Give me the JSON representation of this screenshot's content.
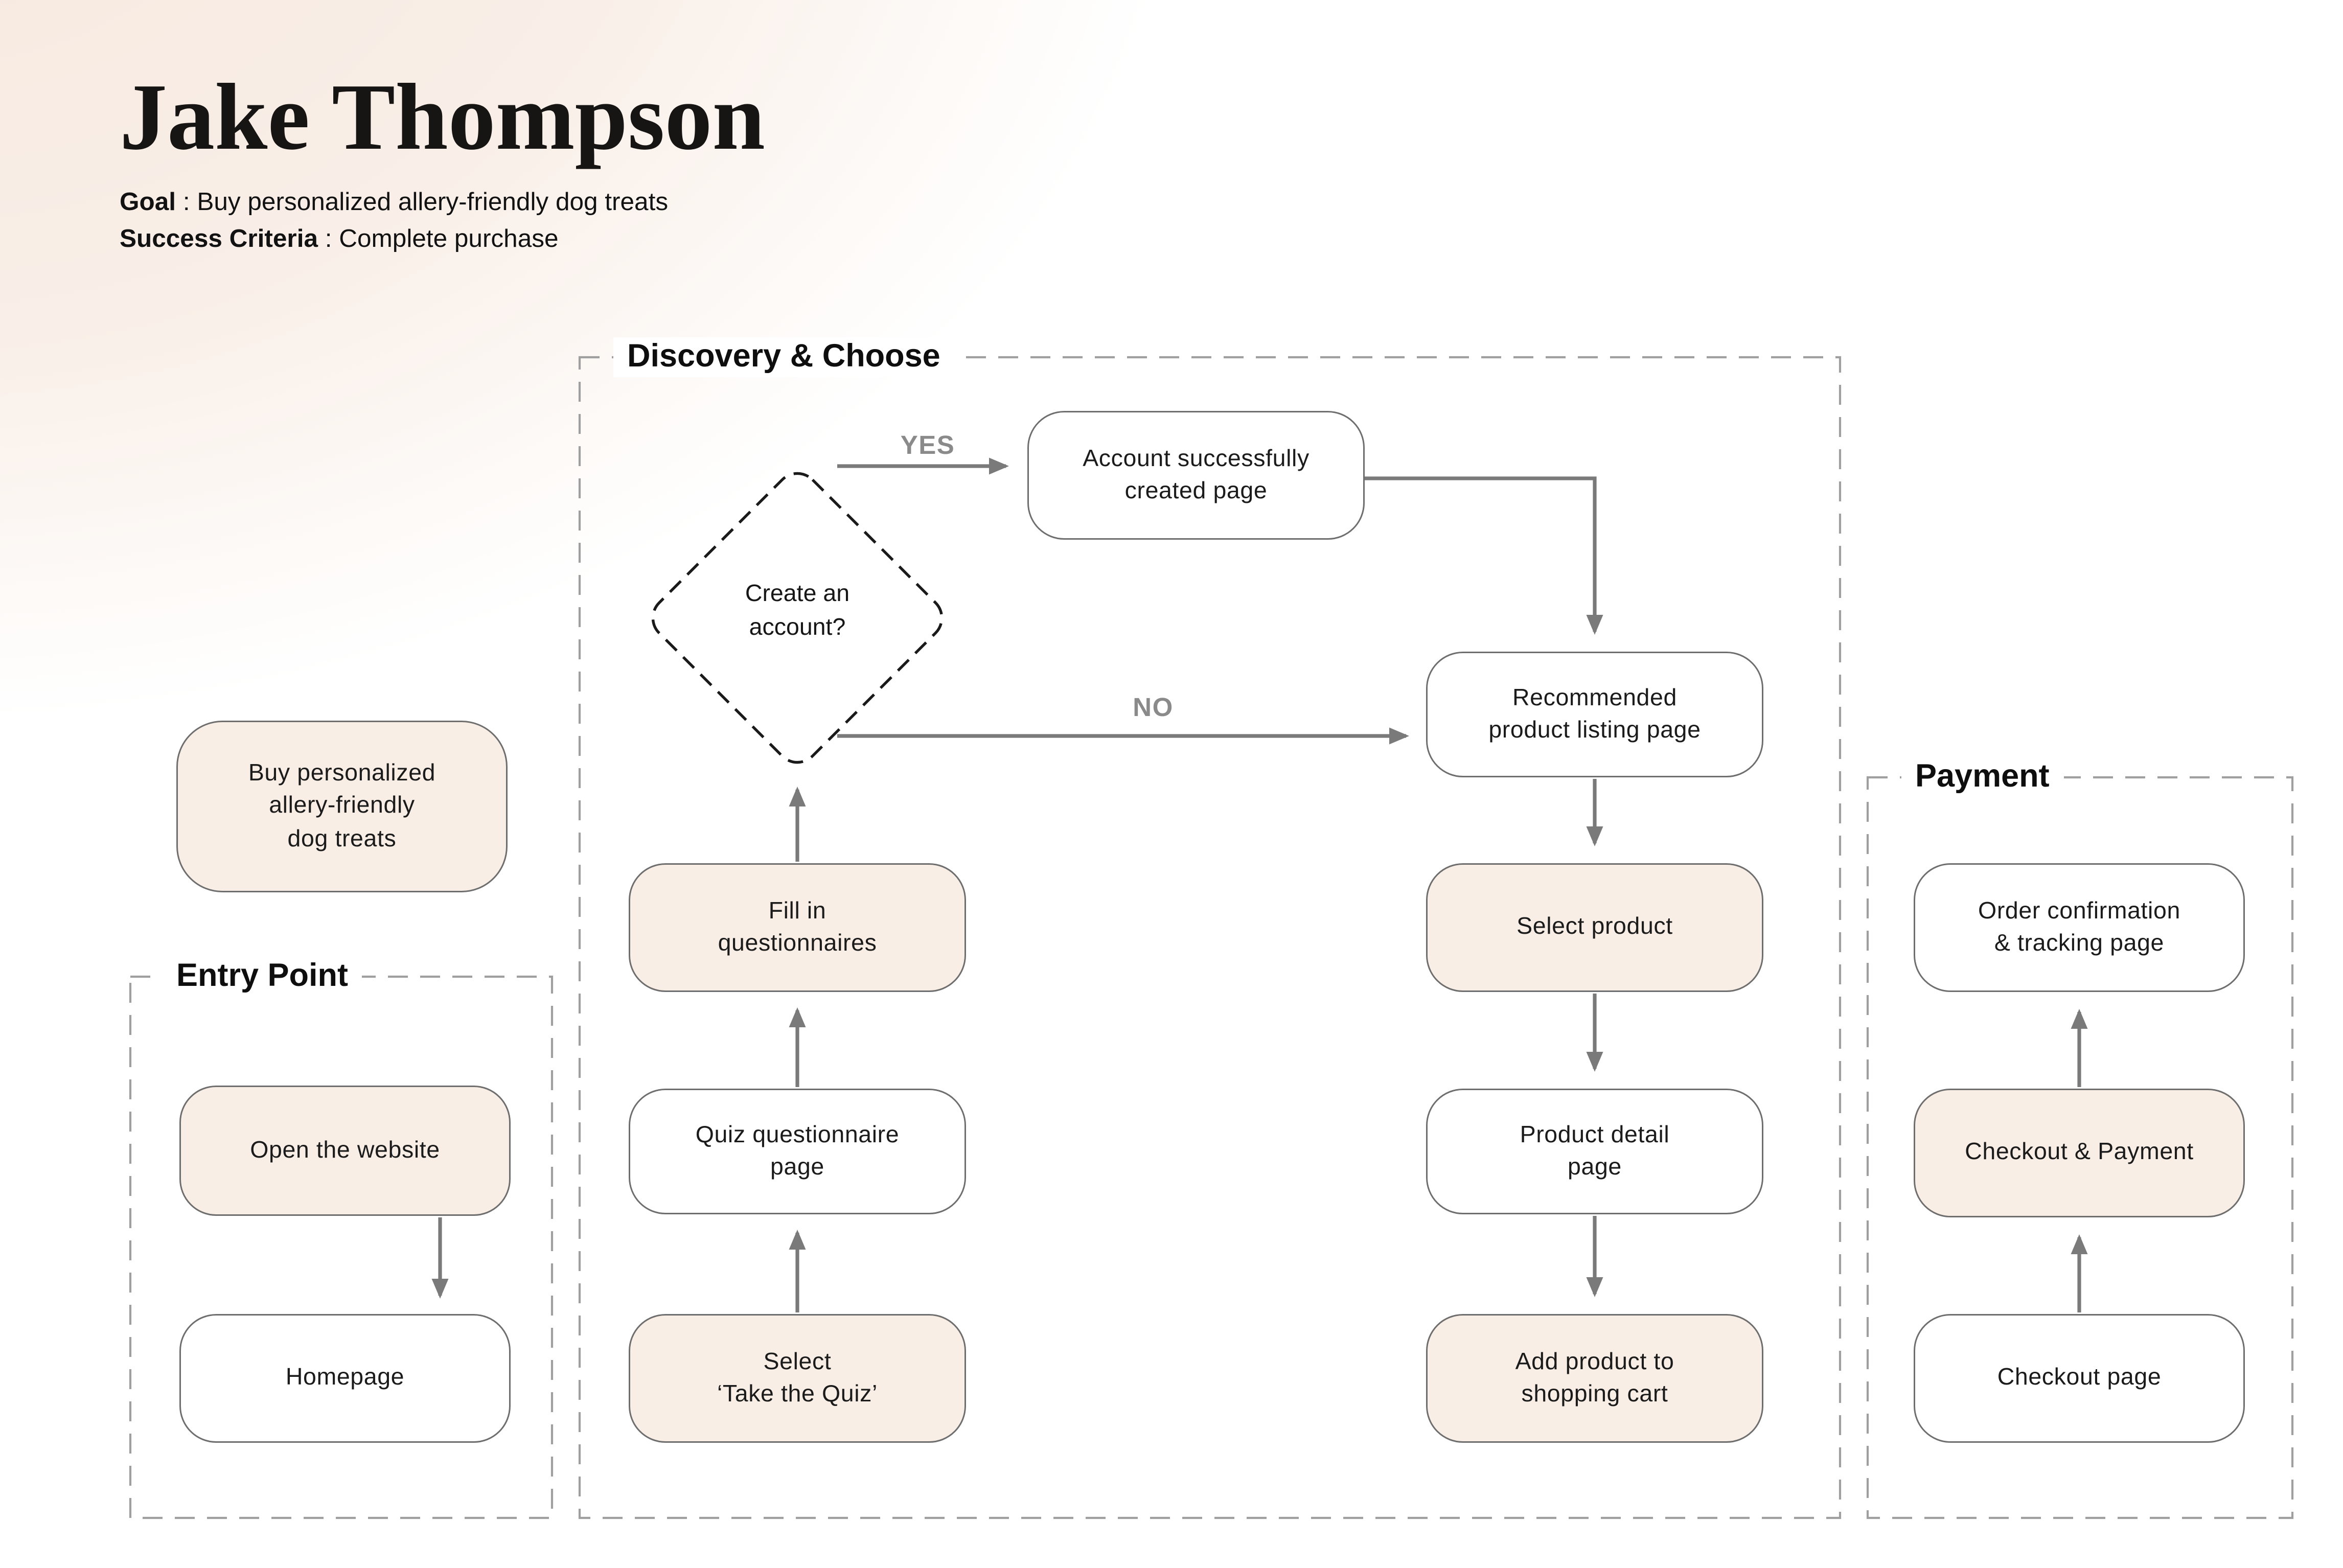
{
  "persona": {
    "name": "Jake Thompson",
    "goal_label": "Goal",
    "separator": " : ",
    "goal_text": "Buy personalized allery-friendly dog treats",
    "success_label": "Success Criteria",
    "success_text": "Complete purchase"
  },
  "sections": {
    "entry_point": {
      "title": "Entry Point"
    },
    "discovery": {
      "title": "Discovery & Choose"
    },
    "payment": {
      "title": "Payment"
    }
  },
  "decision": {
    "text": "Create an\naccount?",
    "yes_label": "YES",
    "no_label": "NO"
  },
  "nodes": {
    "goal_node": {
      "text": "Buy personalized\nallery-friendly\ndog treats"
    },
    "open_website": {
      "text": "Open the website"
    },
    "homepage": {
      "text": "Homepage"
    },
    "fill_questionnaires": {
      "text": "Fill in\nquestionnaires"
    },
    "quiz_page": {
      "text": "Quiz questionnaire\npage"
    },
    "select_quiz": {
      "text": "Select\n‘Take the Quiz’"
    },
    "account_created": {
      "text": "Account successfully\ncreated page"
    },
    "recommended_listing": {
      "text": "Recommended\nproduct listing page"
    },
    "select_product": {
      "text": "Select product"
    },
    "product_detail": {
      "text": "Product detail\npage"
    },
    "add_to_cart": {
      "text": "Add product to\nshopping cart"
    },
    "order_confirmation": {
      "text": "Order confirmation\n& tracking page"
    },
    "checkout_payment": {
      "text": "Checkout & Payment"
    },
    "checkout_page": {
      "text": "Checkout page"
    }
  },
  "colors": {
    "node_fill_peach": "#f9eee5",
    "node_fill_white": "#ffffff",
    "node_border": "#6e6e6e",
    "arrow": "#7a7a7a",
    "branch_label": "#8a8a8a",
    "section_border": "#9f9f9f",
    "decision_border": "#1a1a1a",
    "background_tint": "#f6e8de",
    "text": "#1b1b1b"
  }
}
